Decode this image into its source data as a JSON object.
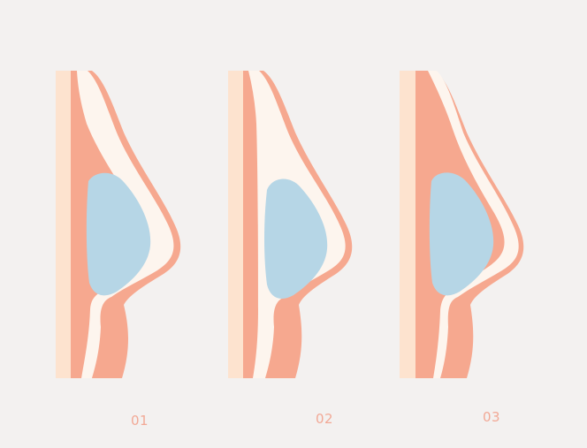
{
  "colors": {
    "background": "#f3f1f0",
    "chest_wall": "#fde3cf",
    "tissue": "#f6a88f",
    "skin_layer": "#fdf5ee",
    "implant": "#b6d6e6",
    "label": "#f2a996"
  },
  "panels": [
    {
      "label": "01",
      "implant_placement": "subglandular",
      "icon": "breast-cross-section-icon"
    },
    {
      "label": "02",
      "implant_placement": "dual-plane",
      "icon": "breast-cross-section-icon"
    },
    {
      "label": "03",
      "implant_placement": "submuscular",
      "icon": "breast-cross-section-icon"
    }
  ]
}
